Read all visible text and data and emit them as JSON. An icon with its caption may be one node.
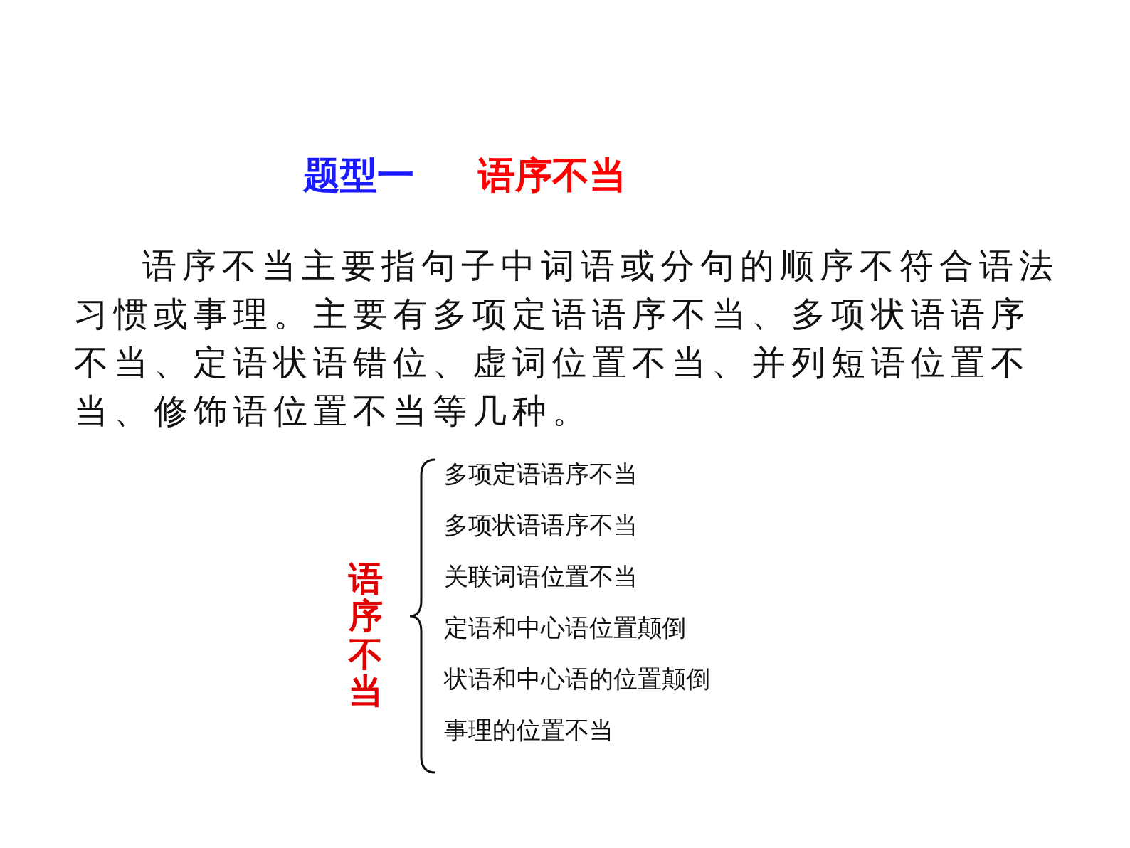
{
  "diagram": {
    "labels": [
      "题型一",
      "语序不当",
      "语序不当主要指句子中词语或分句的顺序不符合语法习惯或事理。主要有多项定语语序不当、多项状语语序不当、定语状语错位、虚词位置不当、并列短语位置不当、修饰语位置不当等几种。",
      "语序不当",
      "多项定语语序不当",
      "多项状语语序不当",
      "关联词语位置不当",
      "定语和中心语位置颠倒",
      "状语和中心语的位置颠倒",
      "事理的位置不当"
    ]
  }
}
